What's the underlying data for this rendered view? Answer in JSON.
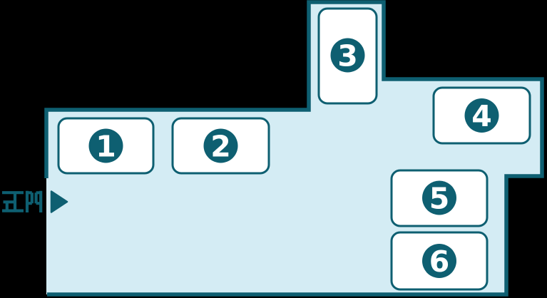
{
  "map": {
    "gate": {
      "label": "正門",
      "arrow_icon": "▶"
    },
    "buildings": [
      {
        "number": "1"
      },
      {
        "number": "2"
      },
      {
        "number": "3"
      },
      {
        "number": "4"
      },
      {
        "number": "5"
      },
      {
        "number": "6"
      }
    ],
    "colors": {
      "teal": "#0e5f71",
      "grounds_fill": "#d4ecf4",
      "building_fill": "#ffffff",
      "number_text": "#ffffff",
      "background": "#000000"
    }
  }
}
